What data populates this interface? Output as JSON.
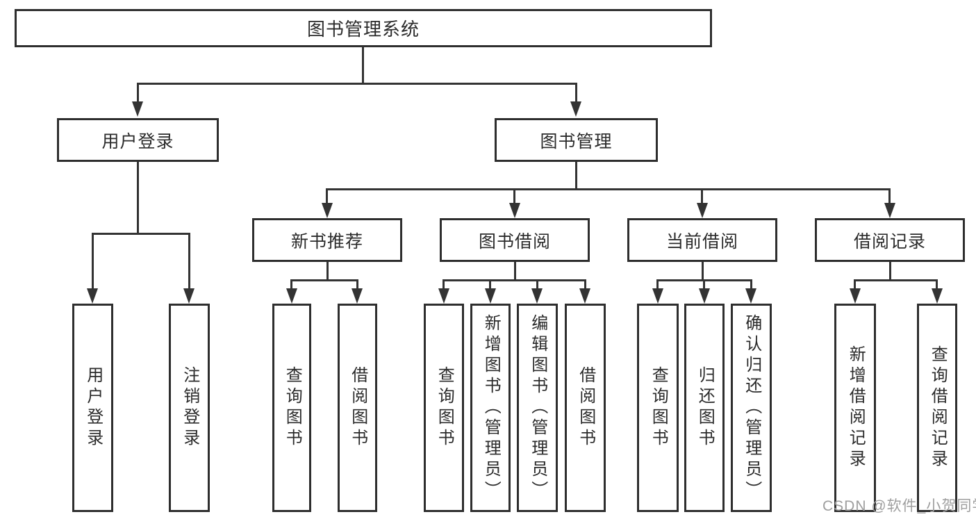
{
  "tree": {
    "root": "图书管理系统",
    "children": [
      {
        "label": "用户登录",
        "children": [
          "用户登录",
          "注销登录"
        ]
      },
      {
        "label": "图书管理",
        "children": [
          {
            "label": "新书推荐",
            "children": [
              "查询图书",
              "借阅图书"
            ]
          },
          {
            "label": "图书借阅",
            "children": [
              "查询图书",
              "新增图书（管理员）",
              "编辑图书（管理员）",
              "借阅图书"
            ]
          },
          {
            "label": "当前借阅",
            "children": [
              "查询图书",
              "归还图书",
              "确认归还（管理员）"
            ]
          },
          {
            "label": "借阅记录",
            "children": [
              "新增借阅记录",
              "查询借阅记录"
            ]
          }
        ]
      }
    ]
  },
  "watermark": {
    "text": "CSDN @软件_小贺同学"
  },
  "colors": {
    "line": "#333333",
    "box_border": "#2e2e2e",
    "text": "#2b2b2b",
    "watermark": "#9e9e9e",
    "background": "#ffffff"
  }
}
